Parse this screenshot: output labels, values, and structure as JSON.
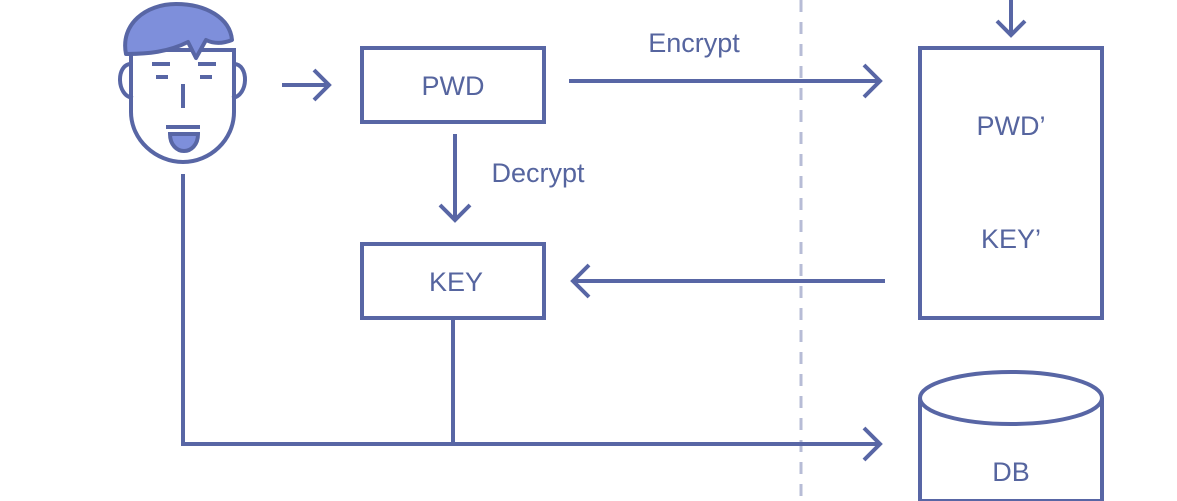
{
  "labels": {
    "pwd": "PWD",
    "key": "KEY",
    "encrypt": "Encrypt",
    "decrypt": "Decrypt",
    "pwd_prime": "PWD’",
    "key_prime": "KEY’",
    "db": "DB"
  },
  "colors": {
    "stroke": "#5866a5",
    "hair": "#7e8fdb",
    "skin": "#ffffff",
    "divider": "#b7bcd6"
  },
  "icons": {
    "user": "user-avatar-icon",
    "database": "database-cylinder-icon"
  }
}
